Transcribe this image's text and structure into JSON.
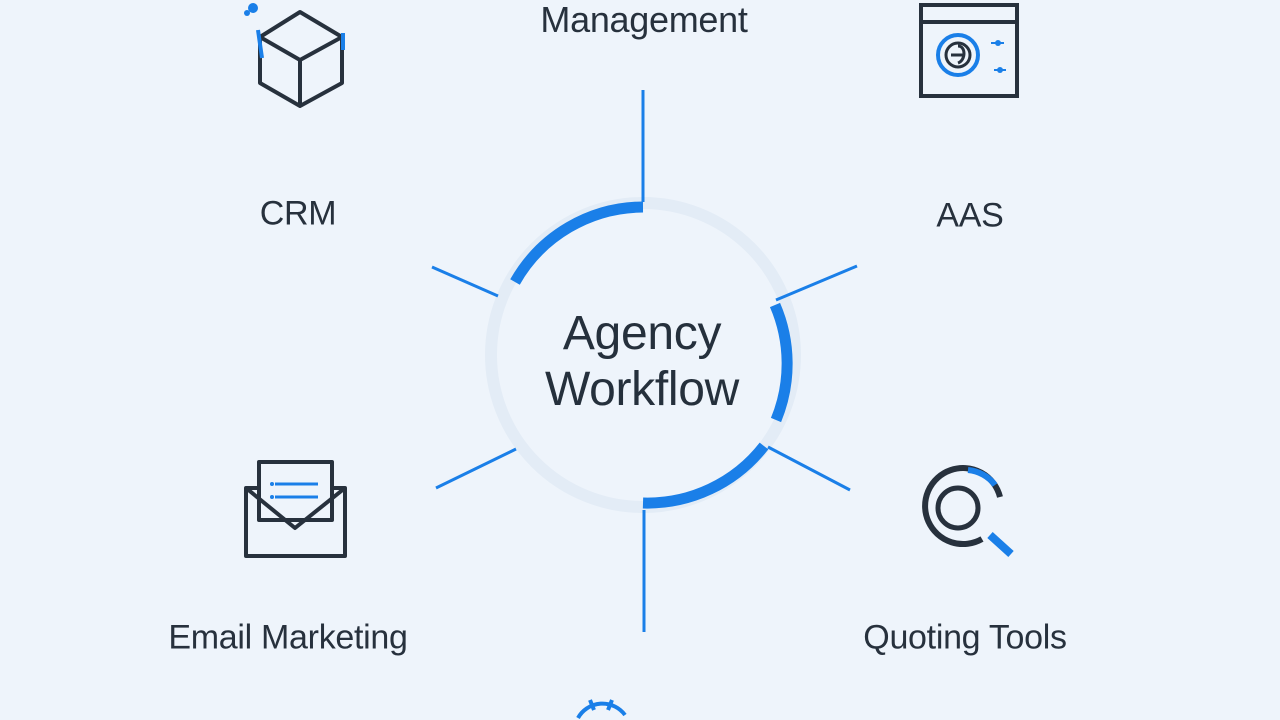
{
  "center": {
    "line1": "Agency",
    "line2": "Workflow"
  },
  "nodes": {
    "top": {
      "label": "Management",
      "icon": "management-icon"
    },
    "crm": {
      "label": "CRM",
      "icon": "box-icon"
    },
    "aas": {
      "label": "AAS",
      "icon": "browser-window-icon"
    },
    "email": {
      "label": "Email Marketing",
      "icon": "envelope-icon"
    },
    "quoting": {
      "label": "Quoting Tools",
      "icon": "magnifier-icon"
    },
    "bottom": {
      "icon": "gear-icon"
    }
  },
  "colors": {
    "background": "#eef4fb",
    "accent": "#1a7fe8",
    "ink": "#27313d",
    "ring_faint": "#e3ecf6"
  }
}
